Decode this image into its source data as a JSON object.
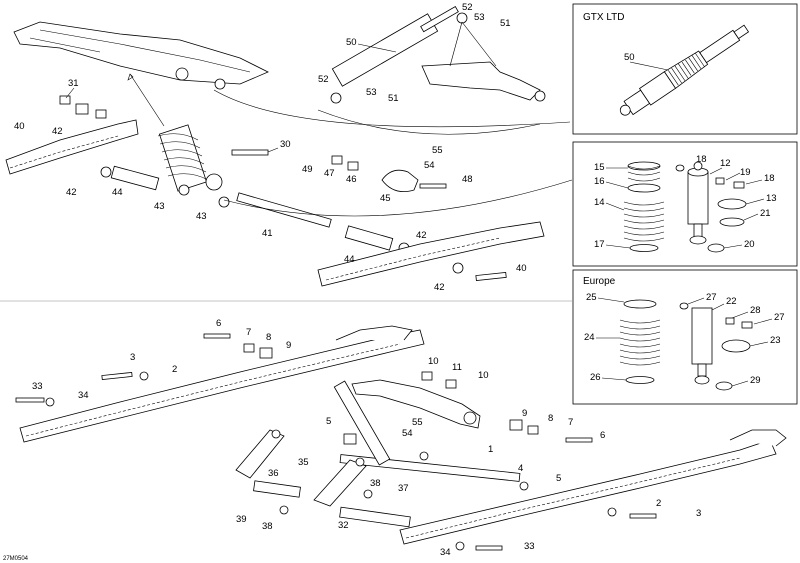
{
  "footer_code": "27M0504",
  "insets": {
    "gtx": {
      "title": "GTX LTD",
      "callouts": [
        "50"
      ]
    },
    "standard": {
      "callouts": [
        "15",
        "16",
        "14",
        "17",
        "18",
        "12",
        "19",
        "18",
        "13",
        "21",
        "20"
      ]
    },
    "europe": {
      "title": "Europe",
      "callouts": [
        "25",
        "27",
        "22",
        "28",
        "27",
        "24",
        "23",
        "26",
        "29"
      ]
    }
  },
  "callouts_top": [
    "52",
    "53",
    "51",
    "50",
    "52",
    "53",
    "51",
    "31",
    "40",
    "42",
    "30",
    "49",
    "47",
    "46",
    "55",
    "54",
    "48",
    "45",
    "42",
    "44",
    "43",
    "43",
    "41",
    "42",
    "44",
    "40",
    "42"
  ],
  "callouts_bottom": [
    "6",
    "7",
    "8",
    "9",
    "3",
    "2",
    "33",
    "34",
    "10",
    "11",
    "10",
    "5",
    "55",
    "54",
    "1",
    "9",
    "8",
    "7",
    "6",
    "35",
    "36",
    "4",
    "5",
    "38",
    "37",
    "39",
    "38",
    "32",
    "2",
    "3",
    "34",
    "33"
  ],
  "colors": {
    "line": "#000000",
    "background": "#ffffff",
    "separator": "#888888"
  }
}
